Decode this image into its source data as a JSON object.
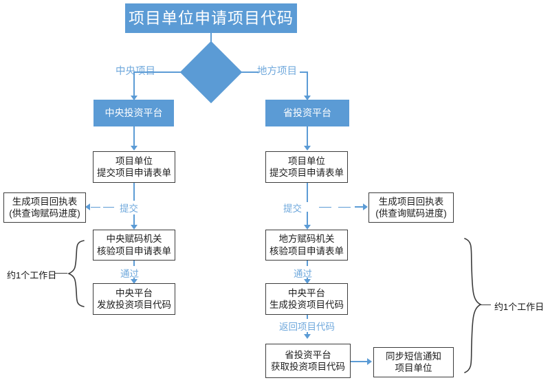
{
  "diagram": {
    "type": "flowchart",
    "title_node": "项目单位申请项目代码",
    "accent_color": "#5B9BD5",
    "label_color": "#6FA8DC",
    "outline_color": "#3b3b3b",
    "background": "#ffffff"
  },
  "nodes": {
    "title": {
      "label": "项目单位申请项目代码",
      "shape": "rect-filled"
    },
    "decision": {
      "label": "",
      "shape": "diamond"
    },
    "central_platform": {
      "label": "中央投资平台",
      "shape": "rect-filled"
    },
    "province_platform": {
      "label": "省投资平台",
      "shape": "rect-filled"
    },
    "central_submit": {
      "line1": "项目单位",
      "line2": "提交项目申请表单",
      "shape": "rect"
    },
    "province_submit": {
      "line1": "项目单位",
      "line2": "提交项目申请表单",
      "shape": "rect"
    },
    "central_receipt": {
      "line1": "生成项目回执表",
      "line2": "(供查询赋码进度)",
      "shape": "rect"
    },
    "province_receipt": {
      "line1": "生成项目回执表",
      "line2": "(供查询赋码进度)",
      "shape": "rect"
    },
    "central_verify": {
      "line1": "中央赋码机关",
      "line2": "核验项目申请表单",
      "shape": "rect"
    },
    "local_verify": {
      "line1": "地方赋码机关",
      "line2": "核验项目申请表单",
      "shape": "rect"
    },
    "central_issue": {
      "line1": "中央平台",
      "line2": "发放投资项目代码",
      "shape": "rect"
    },
    "central_generate": {
      "line1": "中央平台",
      "line2": "生成投资项目代码",
      "shape": "rect"
    },
    "province_fetch": {
      "line1": "省投资平台",
      "line2": "获取投资项目代码",
      "shape": "rect"
    },
    "sms_notify": {
      "line1": "同步短信通知",
      "line2": "项目单位",
      "shape": "rect"
    }
  },
  "branch_labels": {
    "left": "中央项目",
    "right": "地方项目"
  },
  "edge_labels": {
    "central_submit_dashed": "提交",
    "province_submit_dashed": "提交",
    "central_pass": "通过",
    "local_pass": "通过",
    "return_code": "返回项目代码"
  },
  "annotations": {
    "left_brace_label": "约1个工作日",
    "right_brace_label": "约1个工作日"
  }
}
